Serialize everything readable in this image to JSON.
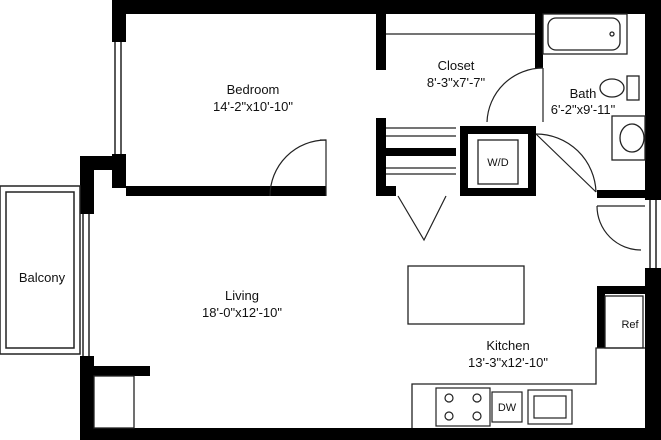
{
  "colors": {
    "wall": "#000000",
    "line": "#222222",
    "background": "#ffffff"
  },
  "rooms": {
    "bedroom": {
      "name": "Bedroom",
      "dims": "14'-2\"x10'-10\""
    },
    "closet": {
      "name": "Closet",
      "dims": "8'-3\"x7'-7\""
    },
    "bath": {
      "name": "Bath",
      "dims": "6'-2\"x9'-11\""
    },
    "living": {
      "name": "Living",
      "dims": "18'-0\"x12'-10\""
    },
    "kitchen": {
      "name": "Kitchen",
      "dims": "13'-3\"x12'-10\""
    },
    "balcony": {
      "name": "Balcony"
    }
  },
  "fixtures": {
    "washer_dryer": "W/D",
    "dishwasher": "DW",
    "refrigerator": "Ref"
  },
  "icons": [
    "range-burner-icon",
    "sink-icon",
    "toilet-icon",
    "bathtub-icon"
  ]
}
